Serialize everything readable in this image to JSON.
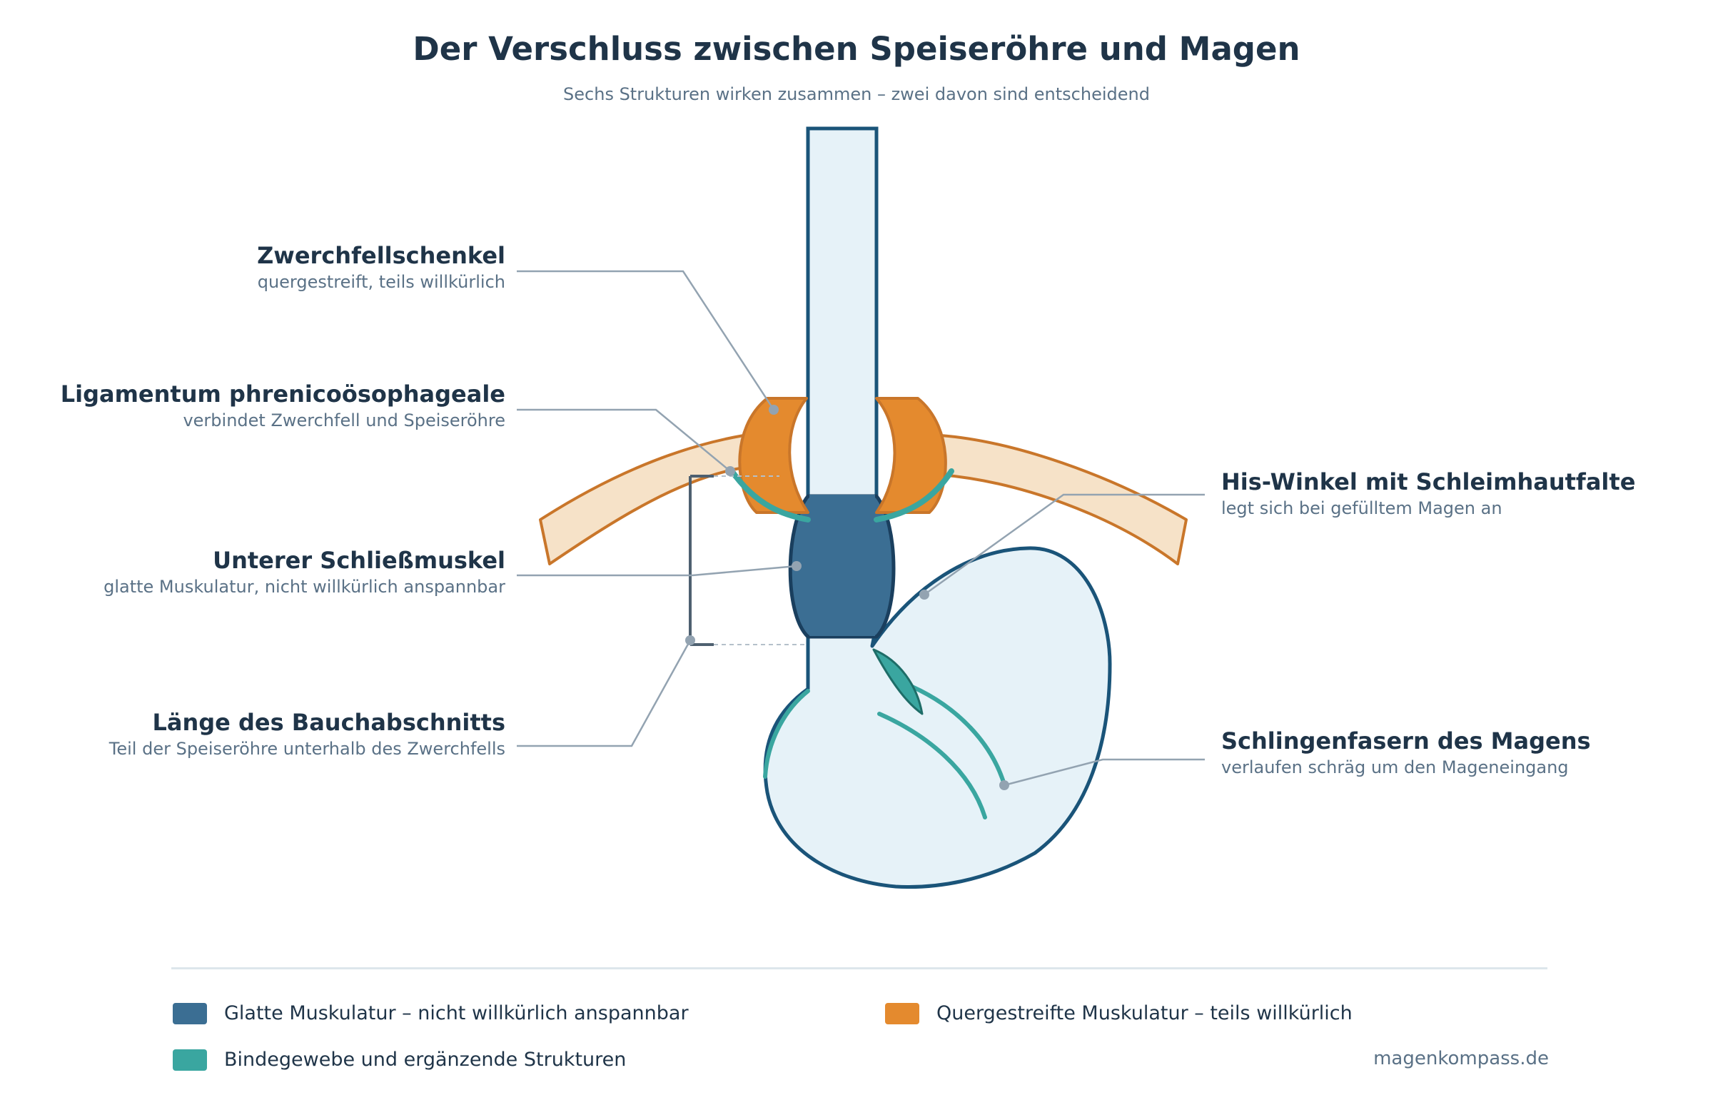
{
  "header": {
    "title": "Der Verschluss zwischen Speiseröhre und Magen",
    "subtitle": "Sechs Strukturen wirken zusammen – zwei davon sind entscheidend"
  },
  "labels": {
    "crus": {
      "title": "Zwerchfellschenkel",
      "desc": "quergestreift, teils willkürlich"
    },
    "ligament": {
      "title": "Ligamentum phrenicoösophageale",
      "desc": "verbindet Zwerchfell und Speiseröhre"
    },
    "les": {
      "title": "Unterer Schließmuskel",
      "desc": "glatte Muskulatur, nicht willkürlich anspannbar"
    },
    "abdominal_length": {
      "title": "Länge des Bauchabschnitts",
      "desc": "Teil der Speiseröhre unterhalb des Zwerchfells"
    },
    "his_angle": {
      "title": "His-Winkel mit Schleimhautfalte",
      "desc": "legt sich bei gefülltem Magen an"
    },
    "sling_fibers": {
      "title": "Schlingenfasern des Magens",
      "desc": "verlaufen schräg um den Mageneingang"
    }
  },
  "legend": [
    {
      "label": "Glatte Muskulatur – nicht willkürlich anspannbar",
      "color": "#3b6e93"
    },
    {
      "label": "Quergestreifte Muskulatur – teils willkürlich",
      "color": "#e48a2e"
    },
    {
      "label": "Bindegewebe und ergänzende Strukturen",
      "color": "#3aa6a0"
    }
  ],
  "source": "magenkompass.de",
  "colors": {
    "esophagus_fill": "#e6f2f8",
    "outline": "#1a5479",
    "smooth_muscle": "#3b6e93",
    "striated_muscle": "#e48a2e",
    "diaphragm_fill": "#f6e2c8",
    "connective": "#3aa6a0",
    "leader": "#93a3b1"
  }
}
